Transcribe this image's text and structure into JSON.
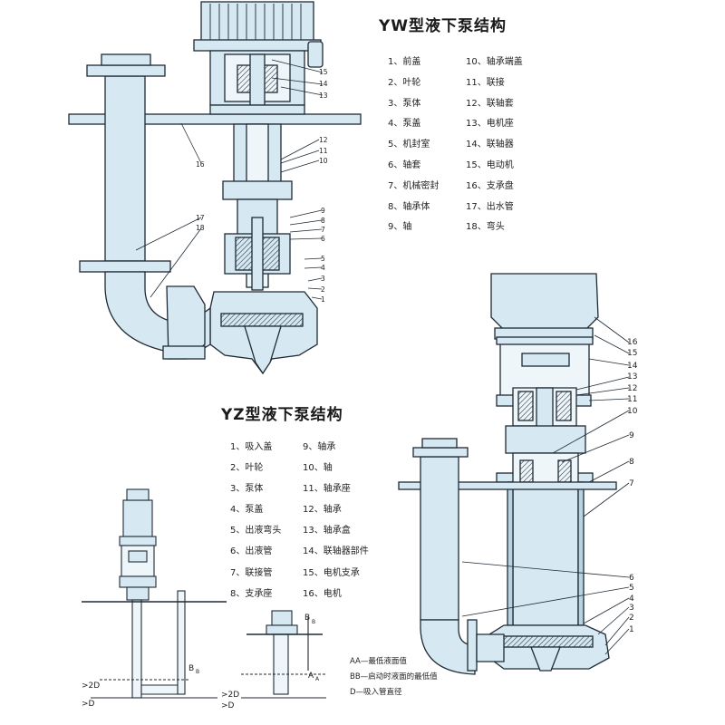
{
  "yw": {
    "title": "YW型液下泵结构",
    "parts_left": [
      "1、前盖",
      "2、叶轮",
      "3、泵体",
      "4、泵盖",
      "5、机封室",
      "6、轴套",
      "7、机械密封",
      "8、轴承体",
      "9、轴"
    ],
    "parts_right": [
      "10、轴承端盖",
      "11、联接",
      "12、联轴套",
      "13、电机座",
      "14、联轴器",
      "15、电动机",
      "16、支承盘",
      "17、出水管",
      "18、弯头"
    ],
    "callouts": [
      "15",
      "14",
      "13",
      "12",
      "11",
      "10",
      "9",
      "8",
      "7",
      "6",
      "5",
      "4",
      "3",
      "2",
      "1",
      "16",
      "17",
      "18"
    ]
  },
  "yz": {
    "title": "YZ型液下泵结构",
    "parts_left": [
      "1、吸入盖",
      "2、叶轮",
      "3、泵体",
      "4、泵盖",
      "5、出液弯头",
      "6、出液管",
      "7、联接管",
      "8、支承座"
    ],
    "parts_right": [
      "9、轴承",
      "10、轴",
      "11、轴承座",
      "12、轴承",
      "13、轴承盒",
      "14、联轴器部件",
      "15、电机支承",
      "16、电机"
    ],
    "callouts": [
      "16",
      "15",
      "14",
      "13",
      "12",
      "11",
      "10",
      "9",
      "8",
      "7",
      "6",
      "5",
      "4",
      "3",
      "2",
      "1"
    ]
  },
  "install": {
    "labels": [
      "B",
      "B",
      "A",
      "A",
      ">2D",
      ">D",
      ">2D",
      ">D",
      "B",
      "B"
    ],
    "notes": [
      "AA—最低液面值",
      "BB—启动时液面的最低值",
      "D—吸入管直径"
    ]
  },
  "colors": {
    "fill": "#d6e8f2",
    "stroke": "#1e2a35",
    "hatch": "#2b3a48"
  }
}
